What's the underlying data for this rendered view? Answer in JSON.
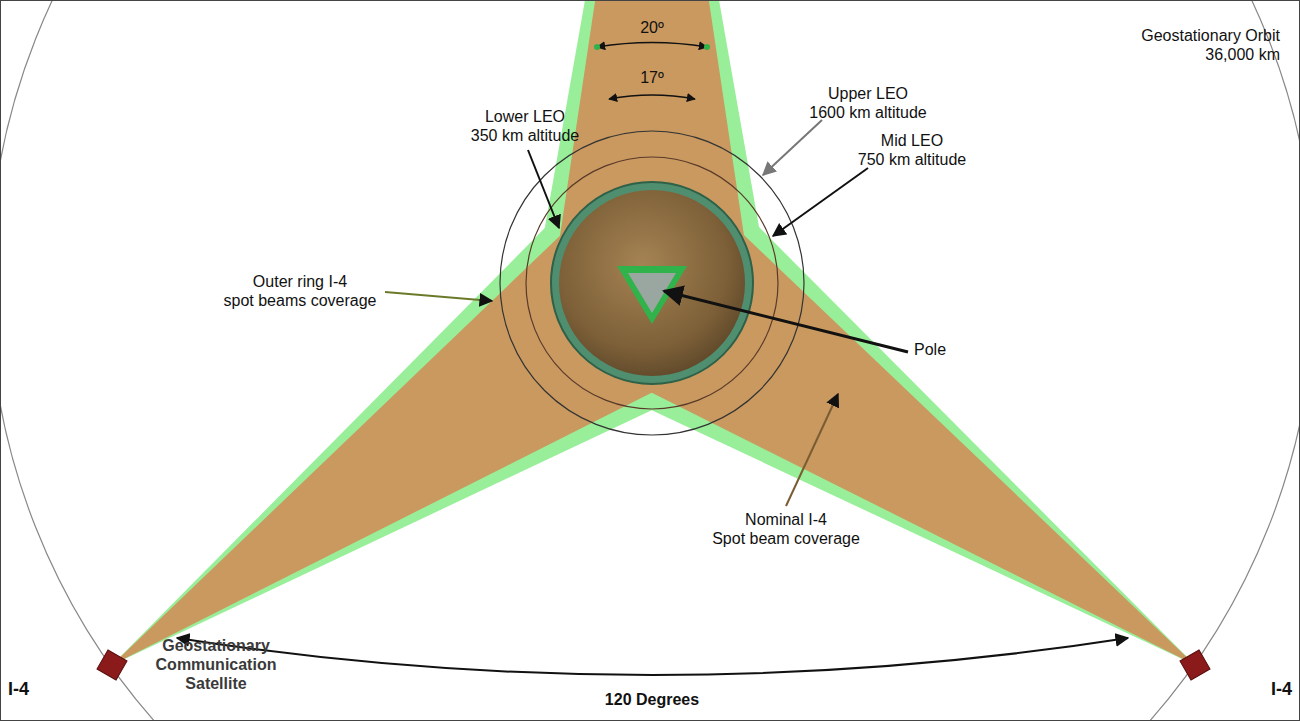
{
  "diagram": {
    "labels": [
      "20º",
      "17º",
      "Lower LEO 350 km altitude",
      "Upper LEO 1600 km altitude",
      "Mid LEO 750 km altitude",
      "Geostationary Orbit 36,000 km",
      "Outer ring I-4 spot beams coverage",
      "Pole",
      "Nominal I-4 Spot beam coverage",
      "I-4",
      "Geostationary Communication Satellite",
      "120 Degrees",
      "I-4"
    ]
  }
}
